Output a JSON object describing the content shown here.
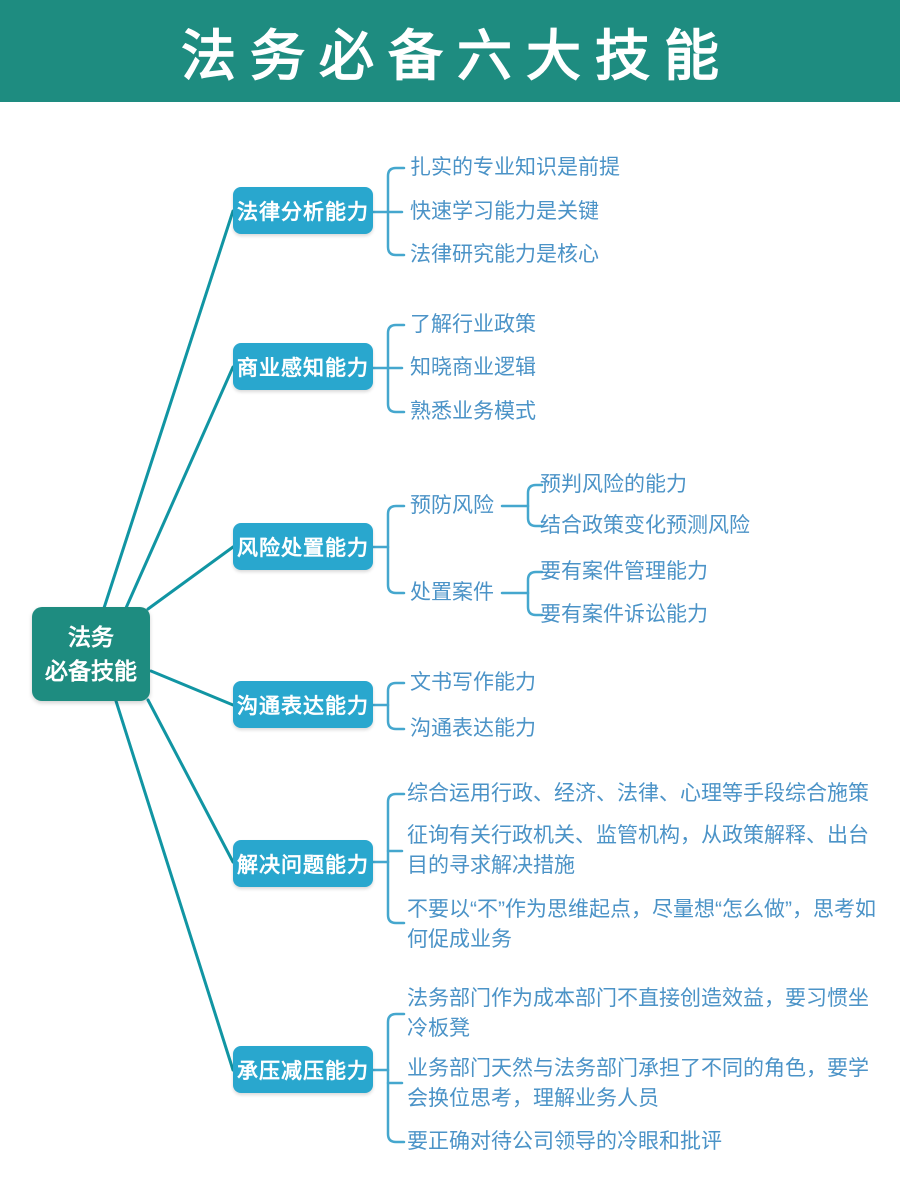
{
  "header": {
    "title": "法务必备六大技能"
  },
  "root": {
    "line1": "法务",
    "line2": "必备技能"
  },
  "branches": [
    {
      "label": "法律分析能力",
      "children": [
        {
          "text": "扎实的专业知识是前提"
        },
        {
          "text": "快速学习能力是关键"
        },
        {
          "text": "法律研究能力是核心"
        }
      ]
    },
    {
      "label": "商业感知能力",
      "children": [
        {
          "text": "了解行业政策"
        },
        {
          "text": "知晓商业逻辑"
        },
        {
          "text": "熟悉业务模式"
        }
      ]
    },
    {
      "label": "风险处置能力",
      "children": [
        {
          "text": "预防风险",
          "children": [
            {
              "text": "预判风险的能力"
            },
            {
              "text": "结合政策变化预测风险"
            }
          ]
        },
        {
          "text": "处置案件",
          "children": [
            {
              "text": "要有案件管理能力"
            },
            {
              "text": "要有案件诉讼能力"
            }
          ]
        }
      ]
    },
    {
      "label": "沟通表达能力",
      "children": [
        {
          "text": "文书写作能力"
        },
        {
          "text": "沟通表达能力"
        }
      ]
    },
    {
      "label": "解决问题能力",
      "children": [
        {
          "text": "综合运用行政、经济、法律、心理等手段综合施策"
        },
        {
          "text": "征询有关行政机关、监管机构，从政策解释、出台目的寻求解决措施"
        },
        {
          "text": "不要以“不”作为思维起点，尽量想“怎么做”，思考如何促成业务"
        }
      ]
    },
    {
      "label": "承压减压能力",
      "children": [
        {
          "text": "法务部门作为成本部门不直接创造效益，要习惯坐冷板凳"
        },
        {
          "text": "业务部门天然与法务部门承担了不同的角色，要学会换位思考，理解业务人员"
        },
        {
          "text": "要正确对待公司领导的冷眼和批评"
        }
      ]
    }
  ],
  "colors": {
    "header_teal": "#1e8c80",
    "branch_cyan": "#29a7ce",
    "leaf_text_blue": "#4b93c7",
    "fan_line_teal": "#1195a3",
    "bracket_blue": "#45a7ce"
  }
}
